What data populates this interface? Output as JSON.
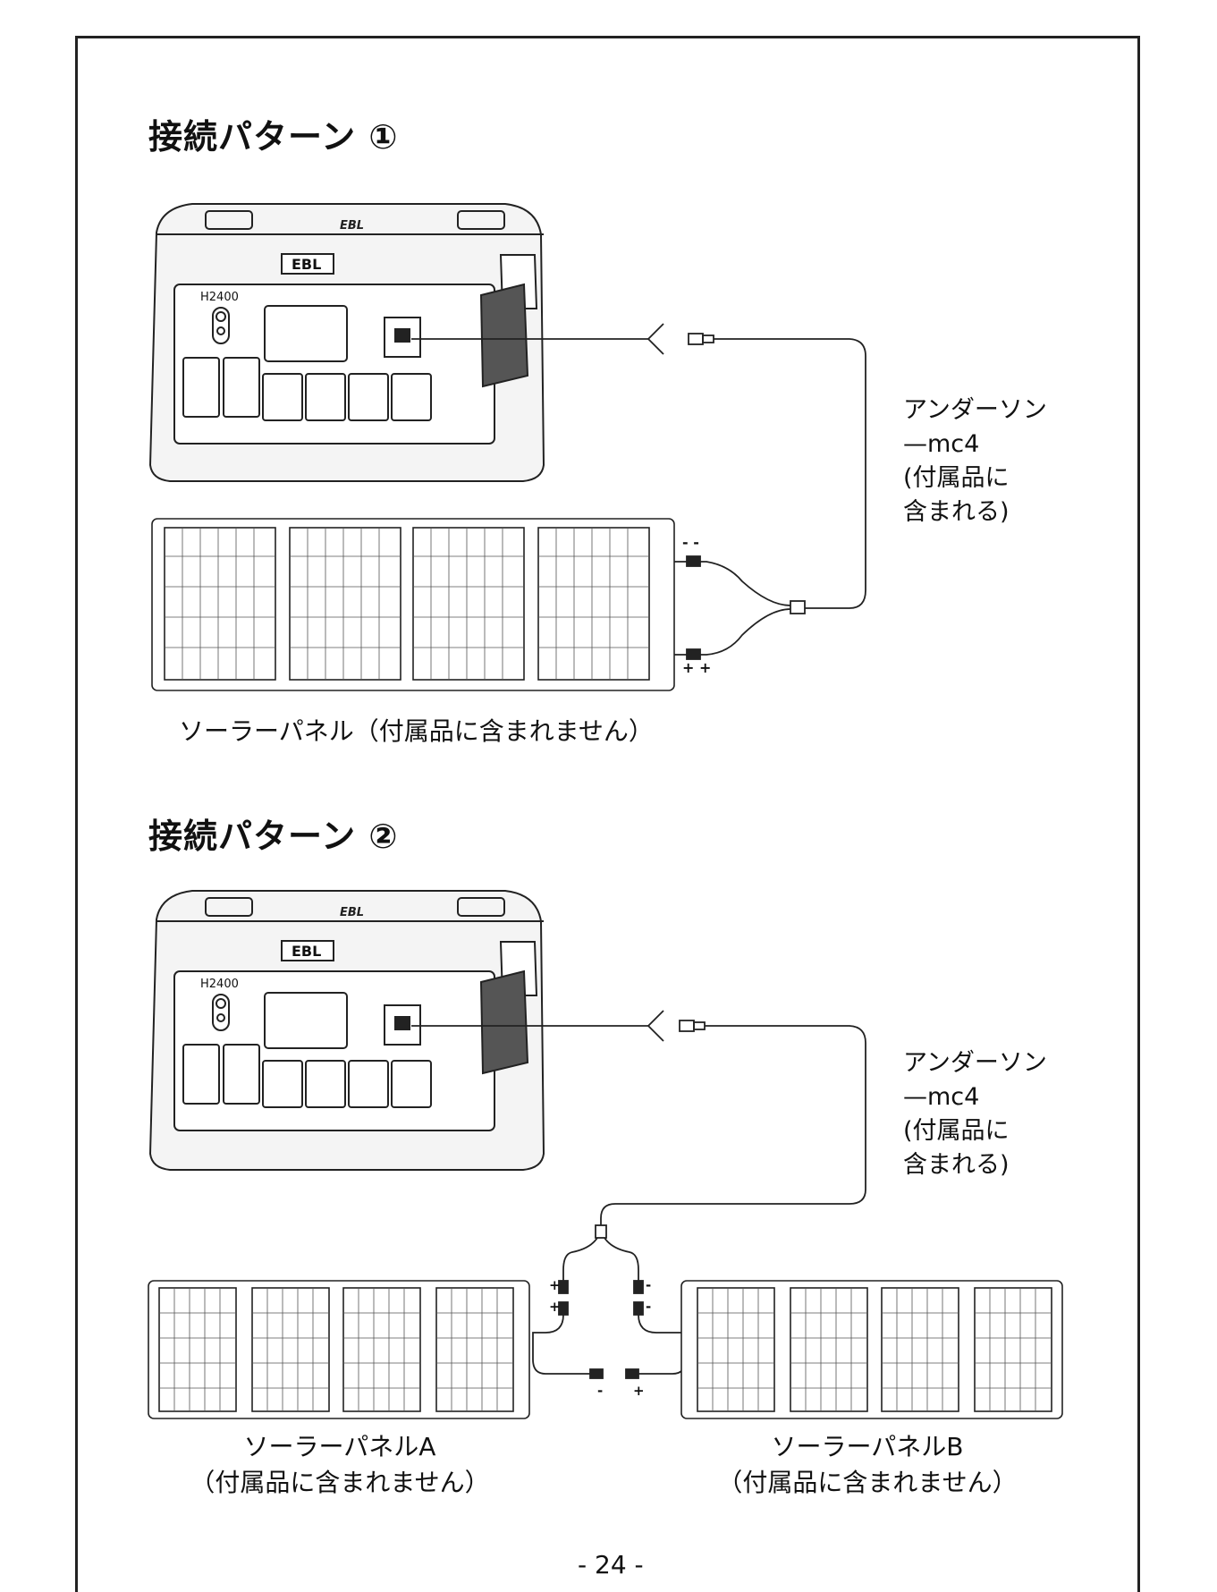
{
  "patterns": [
    {
      "heading": "接続パターン ①",
      "station": {
        "brand": "EBL",
        "model": "H2400"
      },
      "cable_label": "アンダーソン\n—mc4\n(付属品に\n含まれる)",
      "panels": [
        {
          "caption": "ソーラーパネル（付属品に含まれません）"
        }
      ],
      "polarity": {
        "top": "-  -",
        "bottom": "+  +"
      }
    },
    {
      "heading": "接続パターン ②",
      "station": {
        "brand": "EBL",
        "model": "H2400"
      },
      "cable_label": "アンダーソン\n—mc4\n(付属品に\n含まれる)",
      "panels": [
        {
          "caption_line1": "ソーラーパネルA",
          "caption_line2": "（付属品に含まれません）"
        },
        {
          "caption_line1": "ソーラーパネルB",
          "caption_line2": "（付属品に含まれません）"
        }
      ],
      "polarity": {
        "left_plus": "+",
        "right_minus": "-",
        "bottom_minus": "-",
        "bottom_plus": "+"
      }
    }
  ],
  "page_number": "- 24 -"
}
